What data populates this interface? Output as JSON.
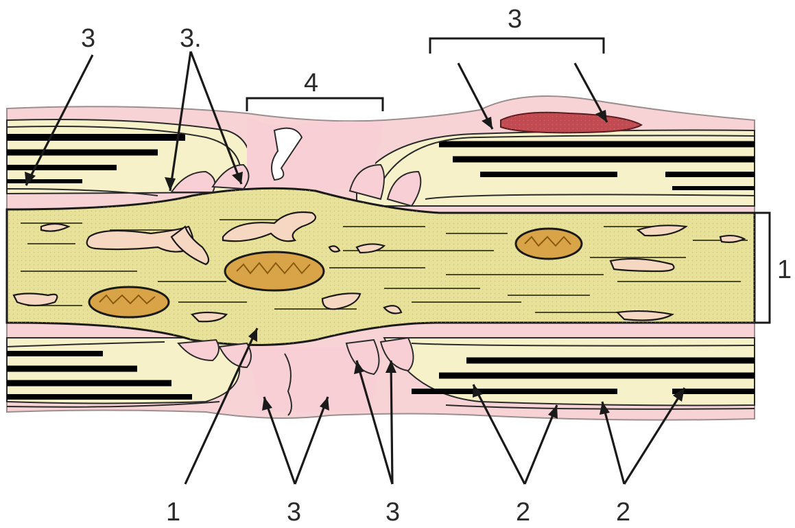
{
  "labels": {
    "top_left_3": "3",
    "top_3_1": "3.",
    "top_bracket_4": "4",
    "top_bracket_3": "3",
    "right_bracket_1": "1",
    "bottom_1": "1",
    "bottom_3_left": "3",
    "bottom_3_right": "3",
    "bottom_2_left": "2",
    "bottom_2_right": "2"
  },
  "colors": {
    "axon": "#e8e19a",
    "myelin_outer": "#f7d3d5",
    "myelin_dense": "#000000",
    "mitochondrion": "#d9a347",
    "organelle": "#f6d7c2",
    "node_space": "#f8cfd4",
    "red_body": "#c24a52"
  }
}
